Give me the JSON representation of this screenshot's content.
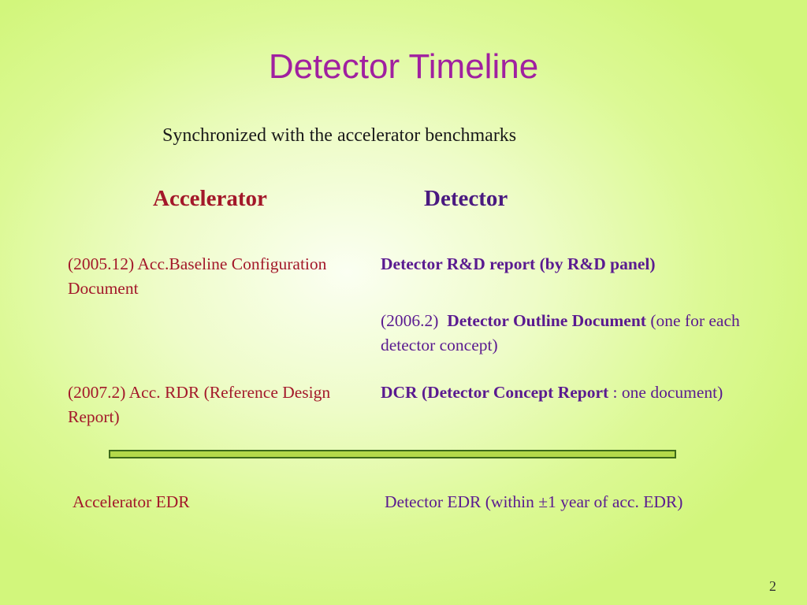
{
  "slide": {
    "title": "Detector Timeline",
    "subtitle": "Synchronized with the accelerator benchmarks",
    "headings": {
      "accelerator": "Accelerator",
      "detector": "Detector"
    },
    "accelerator": [
      {
        "text": "(2005.12) Acc.Baseline Configuration Document"
      },
      {
        "text": "(2007.2) Acc. RDR (Reference Design Report)"
      }
    ],
    "detector": [
      {
        "bold": "Detector R&D report (by R&D panel)"
      },
      {
        "prefix": "(2006.2)  ",
        "bold": "Detector Outline Document",
        "suffix": " (one for each detector concept)"
      },
      {
        "bold": "DCR (Detector Concept Report",
        "suffix": " : one document)"
      }
    ],
    "edr": {
      "accelerator": "Accelerator EDR",
      "detector": "Detector EDR (within ±1 year of acc. EDR)"
    },
    "page_number": "2"
  },
  "colors": {
    "title": "#a020a0",
    "accelerator_text": "#a3182a",
    "detector_text": "#5a1a90",
    "divider_fill": "#b4d94a",
    "divider_border": "#3d6a1a"
  }
}
